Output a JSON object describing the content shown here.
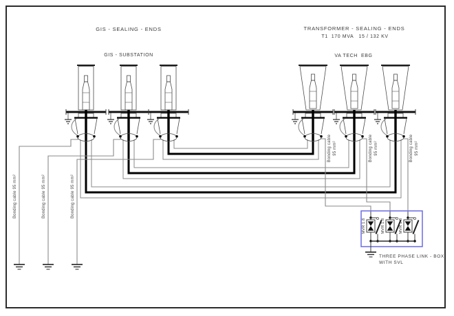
{
  "headers": {
    "gis_title": "GIS - SEALING - ENDS",
    "gis_subtitle": "GIS - SUBSTATION",
    "tr_title": "TRANSFORMER - SEALING - ENDS",
    "tr_spec": "T1  170 MVA   15 / 132 KV",
    "tr_subtitle": "VA TECH  EBG"
  },
  "bonding": {
    "left": [
      "Bonding cable 95 mm²",
      "Bonding cable 95 mm²",
      "Bonding cable 95 mm²"
    ],
    "right_line1": "Bonding cable",
    "right_line2": "95 mm²"
  },
  "link_box": {
    "caption_line1": "THREE PHASE LINK - BOX",
    "caption_line2": "WITH SVL",
    "svl_units": [
      "MVR 1.8",
      "MVR 1.8",
      "MVR 1.8"
    ],
    "border_color": "#6a6ae4"
  },
  "colors": {
    "cable": "#000000",
    "bonding_wire": "#8a8a8a",
    "structure": "#3a3a3a",
    "page_border": "#2b2b2b"
  }
}
